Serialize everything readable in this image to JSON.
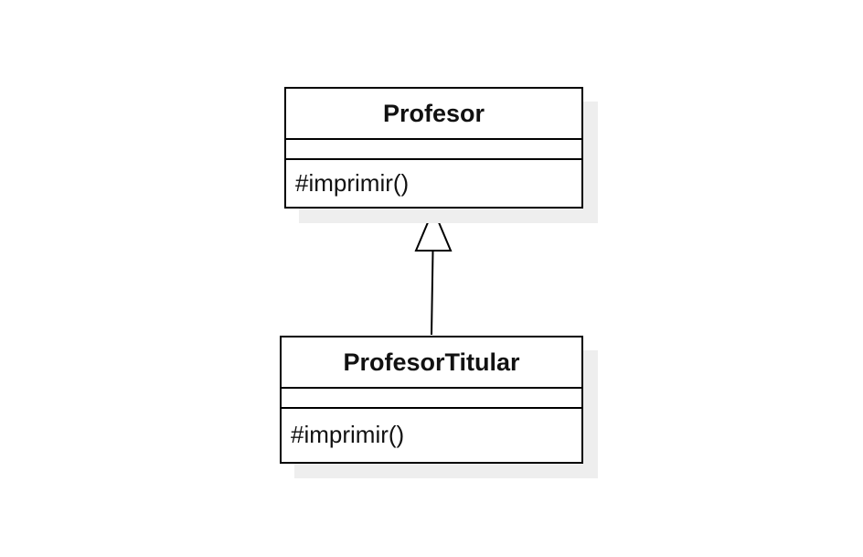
{
  "diagram": {
    "classes": [
      {
        "name": "Profesor",
        "attributes": [],
        "methods": [
          "#imprimir()"
        ]
      },
      {
        "name": "ProfesorTitular",
        "attributes": [],
        "methods": [
          "#imprimir()"
        ]
      }
    ],
    "relations": [
      {
        "type": "generalization",
        "from": "ProfesorTitular",
        "to": "Profesor"
      }
    ]
  }
}
